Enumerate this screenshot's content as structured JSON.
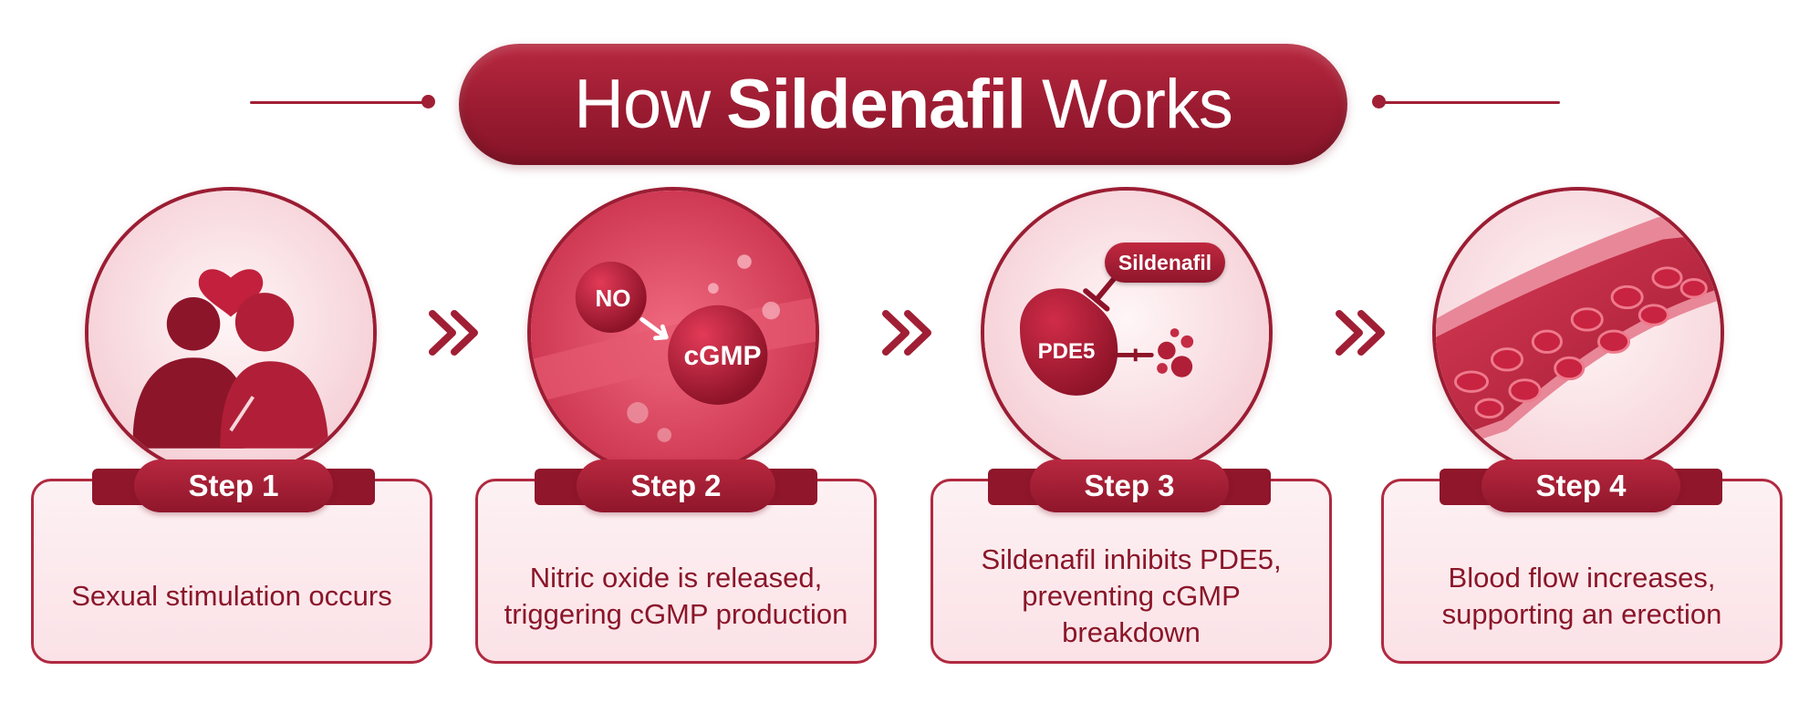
{
  "title": {
    "prefix": "How",
    "highlight": "Sildenafil",
    "suffix": "Works"
  },
  "colors": {
    "primary": "#9b1d33",
    "dark": "#861428",
    "light": "#fbe9ec",
    "text": "#8a1629"
  },
  "steps": [
    {
      "label": "Step 1",
      "description": "Sexual stimulation occurs",
      "icon": "couple-heart-icon"
    },
    {
      "label": "Step 2",
      "description": "Nitric oxide is released, triggering cGMP production",
      "icon": "nitric-oxide-cgmp-icon",
      "badges": {
        "no": "NO",
        "cgmp": "cGMP"
      }
    },
    {
      "label": "Step 3",
      "description": "Sildenafil inhibits PDE5, preventing cGMP breakdown",
      "icon": "pde5-inhibition-icon",
      "badges": {
        "drug": "Sildenafil",
        "enzyme": "PDE5"
      }
    },
    {
      "label": "Step 4",
      "description": "Blood flow increases, supporting an erection",
      "icon": "blood-vessel-icon"
    }
  ]
}
